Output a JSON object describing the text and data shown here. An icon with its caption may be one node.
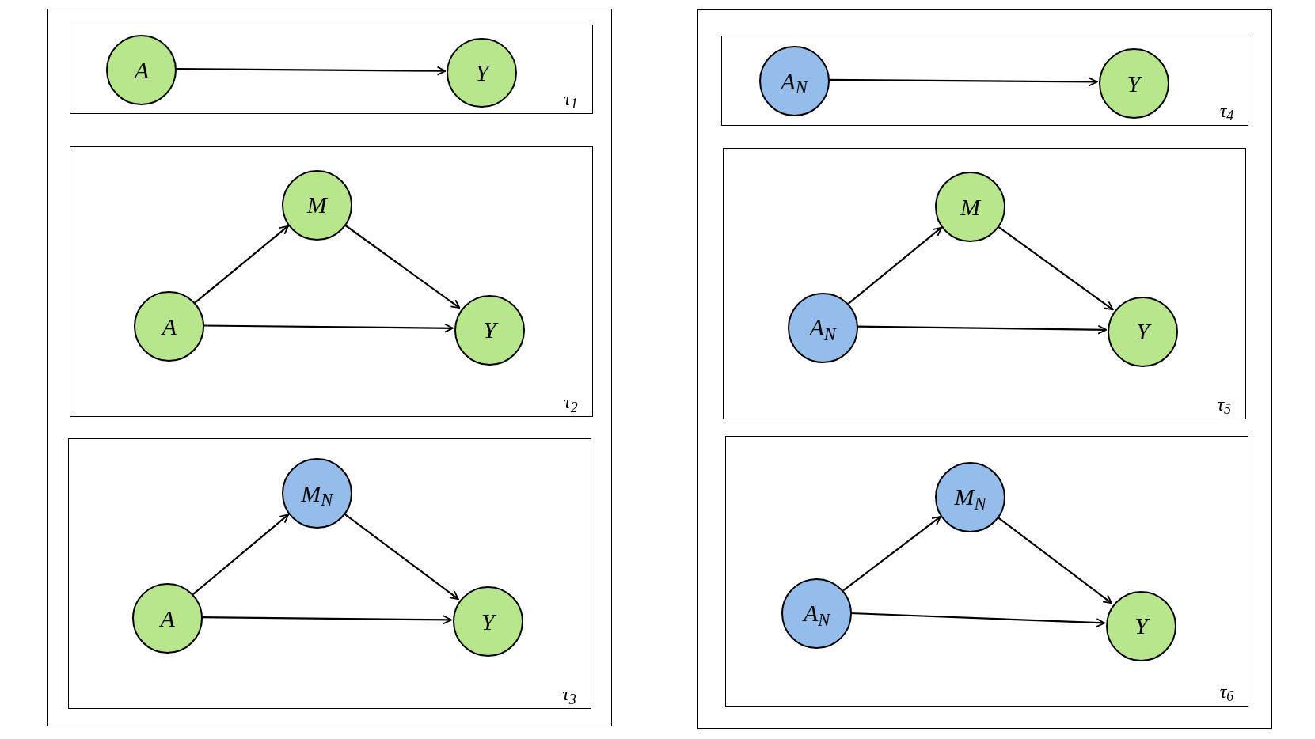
{
  "diagram": {
    "nodes": [
      {
        "text": [],
        "shape": "box"
      },
      {
        "text": [
          "τ$_{1}$"
        ],
        "in": 0
      },
      {
        "text": [
          "A"
        ],
        "in": 1
      },
      {
        "text": [
          "Y"
        ],
        "in": 1
      },
      {
        "text": [
          "τ$_{2}$"
        ],
        "in": 0
      },
      {
        "text": [
          "M"
        ],
        "in": 4
      },
      {
        "text": [
          "A"
        ],
        "in": 4
      },
      {
        "text": [
          "Y"
        ],
        "in": 4
      },
      {
        "text": [
          "τ$_{3}$"
        ],
        "in": 0
      },
      {
        "text": [
          "M$_{N}$"
        ],
        "in": 8
      },
      {
        "text": [
          "A"
        ],
        "in": 8
      },
      {
        "text": [
          "Y"
        ],
        "in": 8
      },
      {
        "text": [],
        "shape": "box"
      },
      {
        "text": [
          "τ$_{4}$"
        ],
        "in": 12
      },
      {
        "text": [
          "A$_{N}$"
        ],
        "in": 13
      },
      {
        "text": [
          "Y"
        ],
        "in": 13
      },
      {
        "text": [
          "τ$_{5}$"
        ],
        "in": 12
      },
      {
        "text": [
          "M"
        ],
        "in": 16
      },
      {
        "text": [
          "A$_{N}$"
        ],
        "in": 16
      },
      {
        "text": [
          "Y"
        ],
        "in": 16
      },
      {
        "text": [
          "τ$_{6}$"
        ],
        "in": 12
      },
      {
        "text": [
          "M$_{N}$"
        ],
        "in": 20
      },
      {
        "text": [
          "A$_{N}$"
        ],
        "in": 20
      },
      {
        "text": [
          "Y"
        ],
        "in": 20
      }
    ],
    "edges": [
      {
        "from": 2,
        "to": 3,
        "arrow": "to"
      },
      {
        "from": 6,
        "to": 5,
        "arrow": "to"
      },
      {
        "from": 5,
        "to": 7,
        "arrow": "to"
      },
      {
        "from": 6,
        "to": 7,
        "arrow": "to"
      },
      {
        "from": 10,
        "to": 9,
        "arrow": "to"
      },
      {
        "from": 9,
        "to": 11,
        "arrow": "to"
      },
      {
        "from": 10,
        "to": 11,
        "arrow": "to"
      },
      {
        "from": 14,
        "to": 15,
        "arrow": "to"
      },
      {
        "from": 18,
        "to": 17,
        "arrow": "to"
      },
      {
        "from": 17,
        "to": 19,
        "arrow": "to"
      },
      {
        "from": 18,
        "to": 19,
        "arrow": "to"
      },
      {
        "from": 22,
        "to": 21,
        "arrow": "to"
      },
      {
        "from": 21,
        "to": 23,
        "arrow": "to"
      },
      {
        "from": 22,
        "to": 23,
        "arrow": "to"
      }
    ]
  }
}
